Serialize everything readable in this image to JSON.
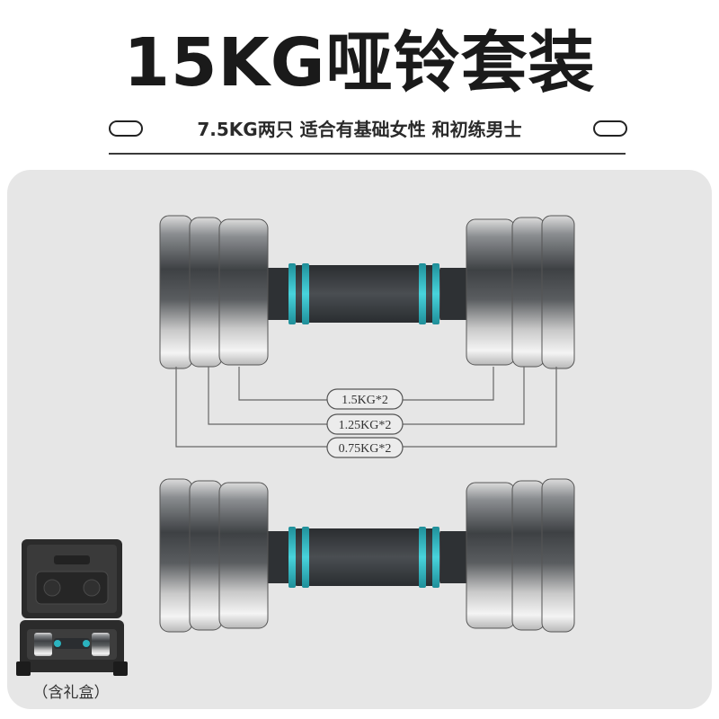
{
  "header": {
    "title": "15KG哑铃套装",
    "subtitle": "7.5KG两只 适合有基础女性 和初练男士"
  },
  "plates": {
    "labels": [
      "1.5KG*2",
      "1.25KG*2",
      "0.75KG*2"
    ]
  },
  "gift_box": {
    "caption": "（含礼盒）"
  },
  "colors": {
    "panel_bg": "#e6e6e6",
    "handle": "#3b3f42",
    "handle_ring": "#2bb3bf",
    "chrome_dark": "#4a4d50",
    "chrome_light": "#f0f0f0"
  }
}
